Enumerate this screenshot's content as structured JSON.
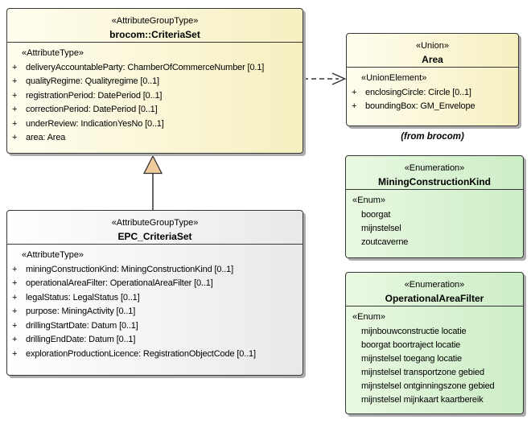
{
  "diagram": {
    "colors": {
      "yellow_fill_start": "#FFFEEF",
      "yellow_fill_end": "#F6EFC0",
      "green_fill_start": "#EAF9E2",
      "green_fill_end": "#CBEDC5",
      "gray_fill_start": "#FFFFFF",
      "gray_fill_end": "#E9E9E9",
      "border": "#383838",
      "shadow": "#ACACAC",
      "generalization_triangle_fill": "#EFCB9C"
    }
  },
  "criteria_set": {
    "stereotype": "«AttributeGroupType»",
    "name": "brocom::CriteriaSet",
    "section_label": "«AttributeType»",
    "attributes": [
      {
        "visibility": "+",
        "text": "deliveryAccountableParty: ChamberOfCommerceNumber [0.1]"
      },
      {
        "visibility": "+",
        "text": "qualityRegime: Qualityregime [0..1]"
      },
      {
        "visibility": "+",
        "text": "registrationPeriod: DatePeriod [0..1]"
      },
      {
        "visibility": "+",
        "text": "correctionPeriod: DatePeriod [0..1]"
      },
      {
        "visibility": "+",
        "text": "underReview: IndicationYesNo [0..1]"
      },
      {
        "visibility": "+",
        "text": "area: Area"
      }
    ]
  },
  "epc_criteria_set": {
    "stereotype": "«AttributeGroupType»",
    "name": "EPC_CriteriaSet",
    "section_label": "«AttributeType»",
    "attributes": [
      {
        "visibility": "+",
        "text": "miningConstructionKind: MiningConstructionKind [0..1]"
      },
      {
        "visibility": "+",
        "text": "operationalAreaFilter: OperationalAreaFilter [0..1]"
      },
      {
        "visibility": "+",
        "text": "legalStatus: LegalStatus [0..1]"
      },
      {
        "visibility": "+",
        "text": "purpose: MiningActivity [0..1]"
      },
      {
        "visibility": "+",
        "text": "drillingStartDate: Datum [0..1]"
      },
      {
        "visibility": "+",
        "text": "drillingEndDate: Datum [0..1]"
      },
      {
        "visibility": "+",
        "text": "explorationProductionLicence: RegistrationObjectCode [0..1]"
      }
    ]
  },
  "area_union": {
    "stereotype": "«Union»",
    "name": "Area",
    "section_label": "«UnionElement»",
    "attributes": [
      {
        "visibility": "+",
        "text": "enclosingCircle: Circle [0..1]"
      },
      {
        "visibility": "+",
        "text": "boundingBox: GM_Envelope"
      }
    ],
    "caption": "(from brocom)"
  },
  "mining_construction_kind": {
    "stereotype": "«Enumeration»",
    "name": "MiningConstructionKind",
    "section_label": "«Enum»",
    "literals": [
      "boorgat",
      "mijnstelsel",
      "zoutcaverne"
    ]
  },
  "operational_area_filter": {
    "stereotype": "«Enumeration»",
    "name": "OperationalAreaFilter",
    "section_label": "«Enum»",
    "literals": [
      "mijnbouwconstructie locatie",
      "boorgat boortraject locatie",
      "mijnstelsel toegang locatie",
      "mijnstelsel transportzone gebied",
      "mijnstelsel ontginningszone gebied",
      "mijnstelsel mijnkaart kaartbereik"
    ]
  }
}
